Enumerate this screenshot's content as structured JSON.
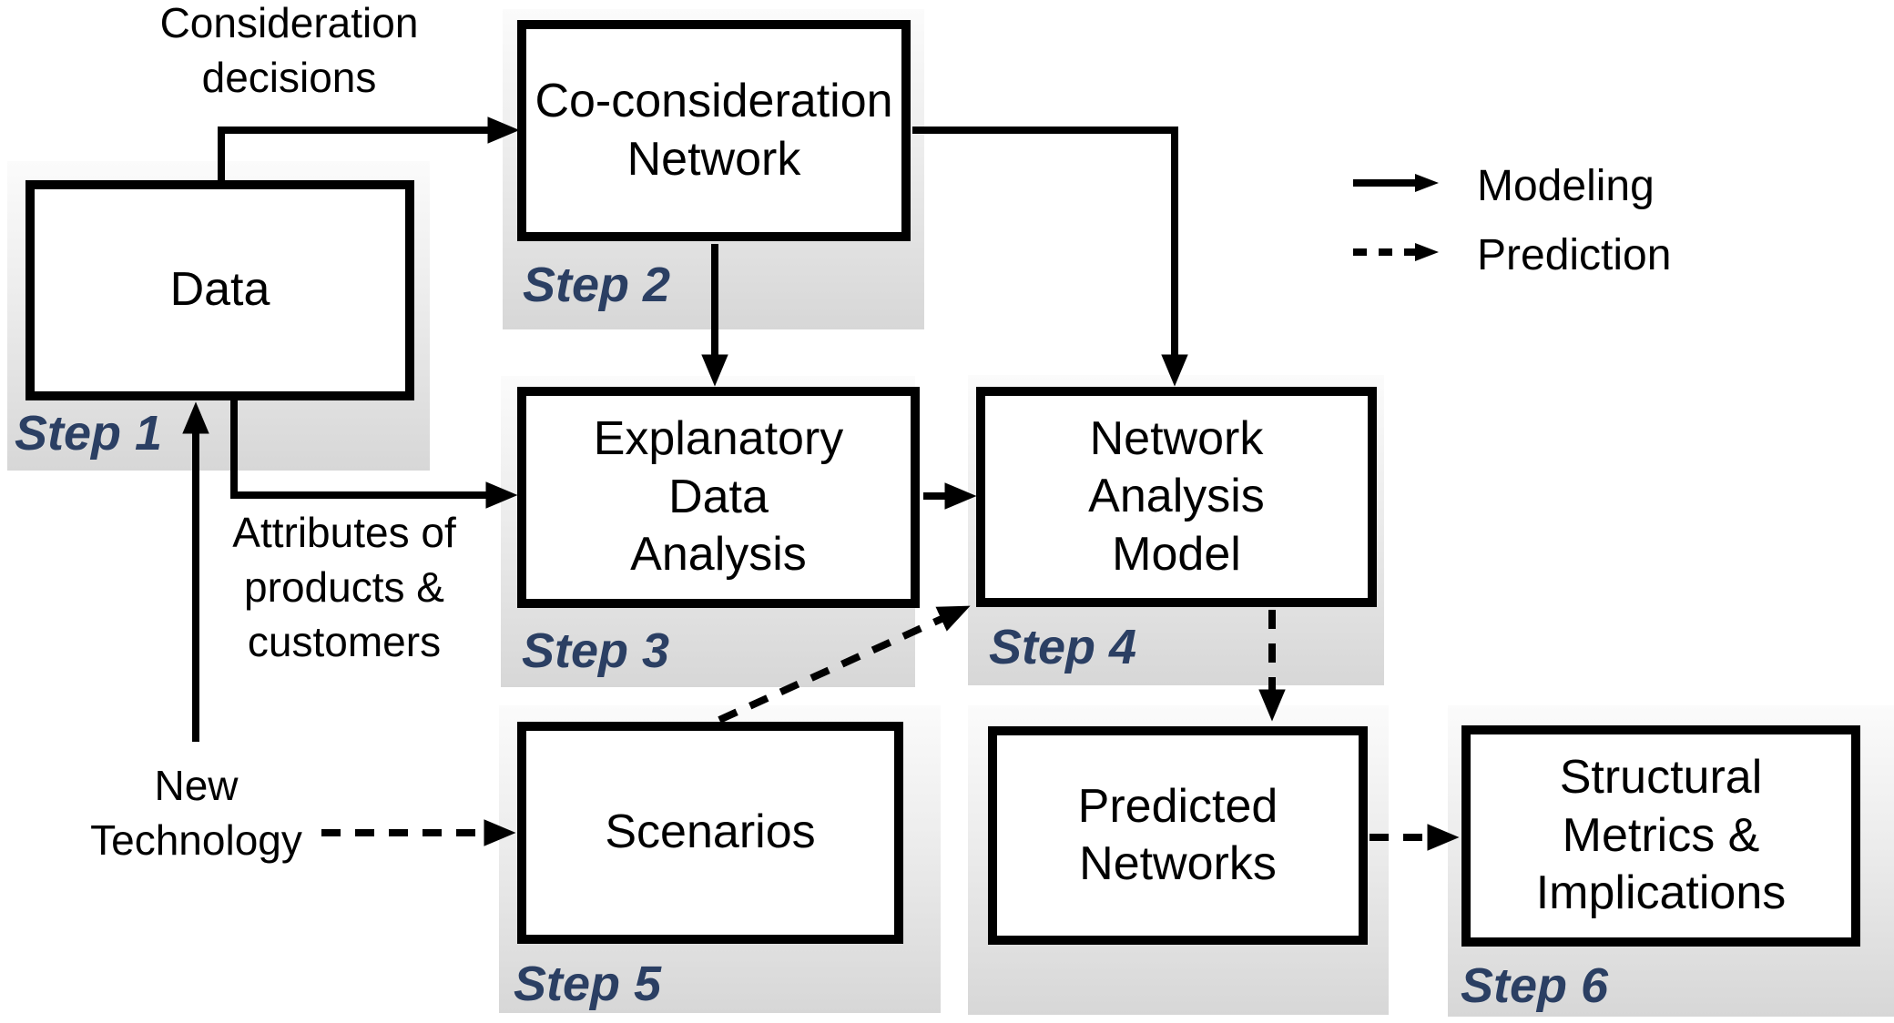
{
  "boxes": {
    "data": "Data",
    "co_consideration": "Co-consideration\nNetwork",
    "explanatory": "Explanatory\nData\nAnalysis",
    "network_analysis": "Network\nAnalysis\nModel",
    "scenarios": "Scenarios",
    "predicted": "Predicted\nNetworks",
    "structural": "Structural\nMetrics &\nImplications"
  },
  "step_labels": {
    "s1": "Step 1",
    "s2": "Step 2",
    "s3": "Step 3",
    "s4": "Step 4",
    "s5": "Step 5",
    "s6": "Step 6"
  },
  "annotations": {
    "consideration_decisions": "Consideration\ndecisions",
    "attributes": "Attributes of\nproducts &\ncustomers",
    "new_technology": "New\nTechnology"
  },
  "legend": {
    "modeling": "Modeling",
    "prediction": "Prediction"
  },
  "colors": {
    "step_label": "#2b3f63",
    "line": "#000000",
    "box_border": "#000000",
    "panel_top": "#fbfbfb",
    "panel_bottom": "#d7d7d7"
  },
  "edges": [
    {
      "from": "Data",
      "to": "Co-consideration Network",
      "style": "solid",
      "label": "Consideration decisions"
    },
    {
      "from": "Data",
      "to": "Explanatory Data Analysis",
      "style": "solid",
      "label": "Attributes of products & customers"
    },
    {
      "from": "New Technology",
      "to": "Data",
      "style": "solid",
      "label": ""
    },
    {
      "from": "New Technology",
      "to": "Scenarios",
      "style": "dashed",
      "label": ""
    },
    {
      "from": "Co-consideration Network",
      "to": "Explanatory Data Analysis",
      "style": "solid",
      "label": ""
    },
    {
      "from": "Co-consideration Network",
      "to": "Network Analysis Model",
      "style": "solid",
      "label": ""
    },
    {
      "from": "Explanatory Data Analysis",
      "to": "Network Analysis Model",
      "style": "solid",
      "label": ""
    },
    {
      "from": "Scenarios",
      "to": "Network Analysis Model",
      "style": "dashed",
      "label": ""
    },
    {
      "from": "Network Analysis Model",
      "to": "Predicted Networks",
      "style": "dashed",
      "label": ""
    },
    {
      "from": "Predicted Networks",
      "to": "Structural Metrics & Implications",
      "style": "dashed",
      "label": ""
    }
  ]
}
